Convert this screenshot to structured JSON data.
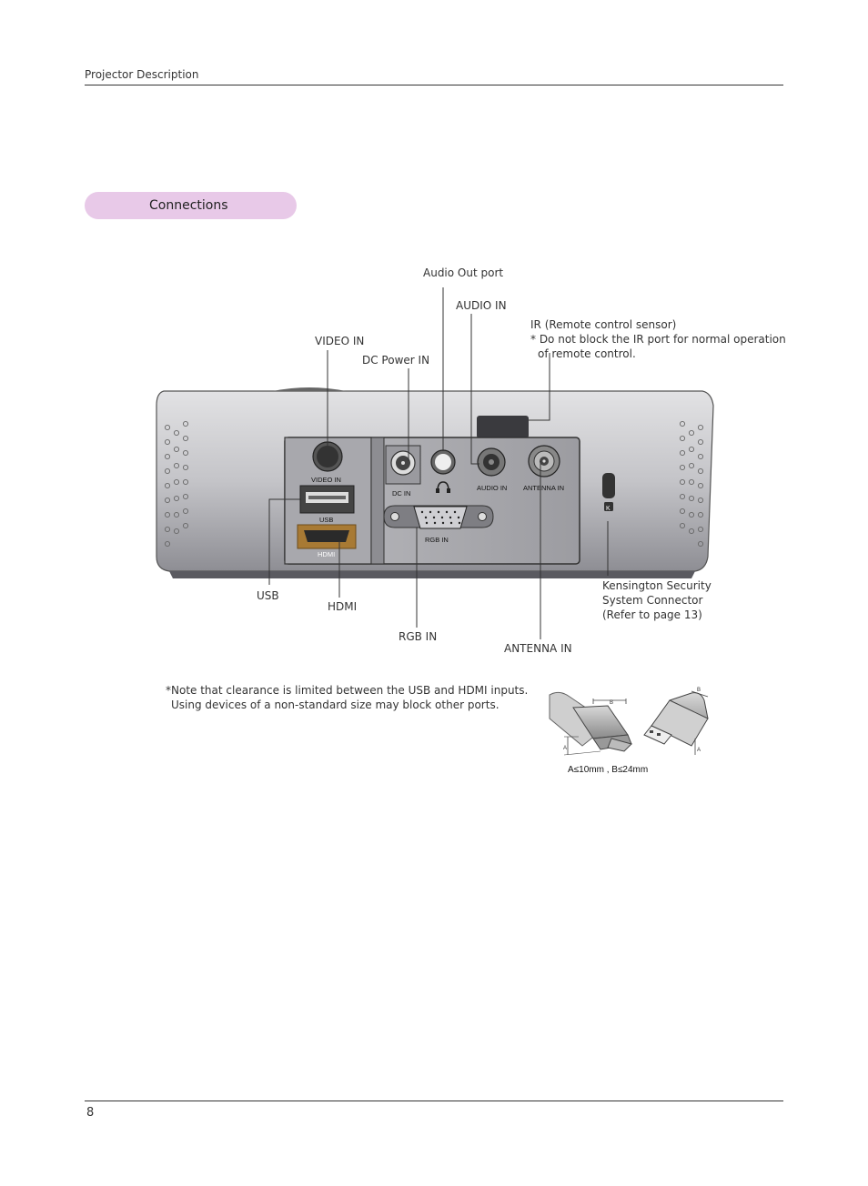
{
  "header": {
    "section_title": "Projector Description"
  },
  "section": {
    "heading": "Connections"
  },
  "callouts": {
    "audio_out": "Audio Out port",
    "audio_in": "AUDIO IN",
    "ir_title": "IR (Remote control sensor)",
    "ir_note_1": "* Do not block the IR port for normal operation",
    "ir_note_2": "of remote control.",
    "video_in": "VIDEO IN",
    "dc_power_in": "DC Power IN",
    "usb": "USB",
    "hdmi": "HDMI",
    "rgb_in": "RGB IN",
    "antenna_in": "ANTENNA IN",
    "kensington_1": "Kensington Security",
    "kensington_2": "System Connector",
    "kensington_3": "(Refer to page 13)"
  },
  "panel_labels": {
    "video_in": "VIDEO IN",
    "usb": "USB",
    "hdmi": "HDMI",
    "dc_in": "DC IN",
    "audio_in": "AUDIO IN",
    "antenna_in": "ANTENNA IN",
    "rgb_in": "RGB IN",
    "lock": "K"
  },
  "note": {
    "line1": "*Note that clearance is limited between the USB and HDMI inputs.",
    "line2": "Using devices of a non-standard size may block other ports."
  },
  "dimensions": {
    "a_label": "A",
    "b_label": "B",
    "caption": "A≤10mm , B≤24mm"
  },
  "footer": {
    "page_number": "8"
  }
}
